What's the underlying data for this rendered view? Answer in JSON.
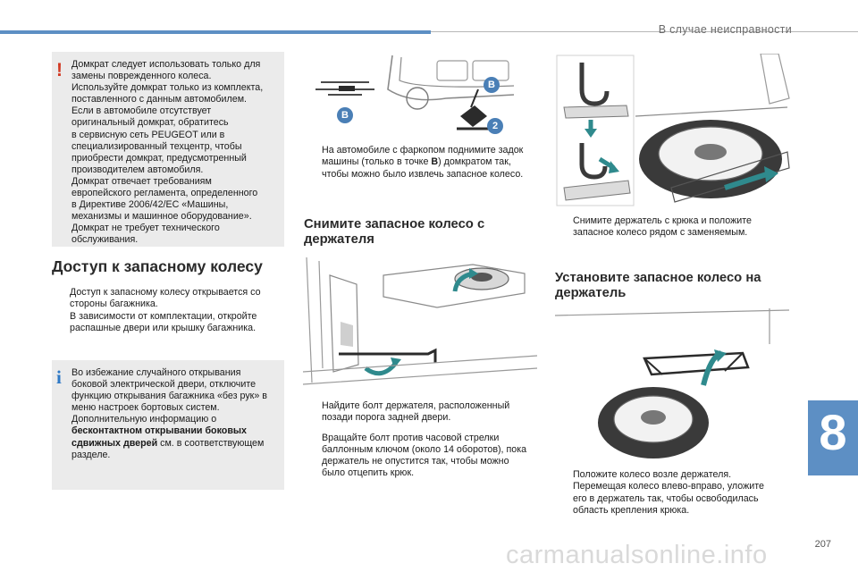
{
  "header": {
    "section_title": "В случае неисправности"
  },
  "warning_box": {
    "icon": "warning-exclamation-icon",
    "lines": [
      "Домкрат следует использовать только для",
      "замены поврежденного колеса.",
      "Используйте домкрат только из комплекта,",
      "поставленного с данным автомобилем.",
      "Если в автомобиле отсутствует",
      "оригинальный домкрат, обратитесь",
      "в сервисную сеть PEUGEOT или в",
      "специализированный техцентр, чтобы",
      "приобрести домкрат, предусмотренный",
      "производителем автомобиля.",
      "Домкрат отвечает требованиям",
      "европейского регламента, определенного",
      "в Директиве 2006/42/EC «Машины,",
      "механизмы и машинное оборудование».",
      "Домкрат не требует технического",
      "обслуживания."
    ]
  },
  "access_section": {
    "title": "Доступ к запасному колесу",
    "items": [
      [
        "Доступ к запасному колесу открывается со",
        "стороны багажника."
      ],
      [
        "В зависимости от комплектации, откройте",
        "распашные двери или крышку багажника."
      ]
    ]
  },
  "info_box": {
    "icon": "info-i-icon",
    "lines": [
      "Во избежание случайного открывания",
      "боковой электрической двери, отключите",
      "функцию открывания багажника «без рук» в",
      "меню настроек бортовых систем.",
      "Дополнительную информацию о"
    ],
    "bold_lines": [
      "бесконтактном открывании боковых",
      "сдвижных дверей"
    ],
    "tail_text": " см. в соответствующем",
    "last_line": "разделе."
  },
  "middle_column": {
    "trailer_item": {
      "line1": "На автомобиле с фаркопом поднимите задок",
      "line2_before": "машины (только в точке ",
      "line2_bold": "B",
      "line2_after": ") домкратом так,",
      "line3": "чтобы можно было извлечь запасное колесо."
    },
    "remove_section": {
      "title_lines": [
        "Снимите запасное колесо с",
        "держателя"
      ],
      "items": [
        [
          "Найдите болт держателя, расположенный",
          "позади порога задней двери."
        ],
        [
          "Вращайте болт против часовой стрелки",
          "баллонным ключом (около 14 оборотов), пока",
          "держатель не опустится так, чтобы можно",
          "было отцепить крюк."
        ]
      ]
    }
  },
  "right_column": {
    "carrier_item": [
      "Снимите держатель с крюка и положите",
      "запасное колесо рядом с заменяемым."
    ],
    "install_section": {
      "title_lines": [
        "Установите запасное колесо на",
        "держатель"
      ],
      "items": [
        [
          "Положите колесо возле держателя."
        ],
        [
          "Перемещая колесо влево-вправо, уложите",
          "его в держатель так, чтобы освободилась",
          "область крепления крюка."
        ]
      ]
    }
  },
  "illustration_labels": {
    "point_b": "B",
    "step_2": "2"
  },
  "bullet_symbol": "",
  "chapter": {
    "number": "8"
  },
  "page": {
    "number": "207"
  },
  "watermark": "carmanualsonline.info",
  "colors": {
    "accent": "#5d8fc4",
    "warning": "#d23a24",
    "info": "#2e79c6",
    "box_bg": "#ebebeb",
    "arrow": "#2f8a8d"
  }
}
